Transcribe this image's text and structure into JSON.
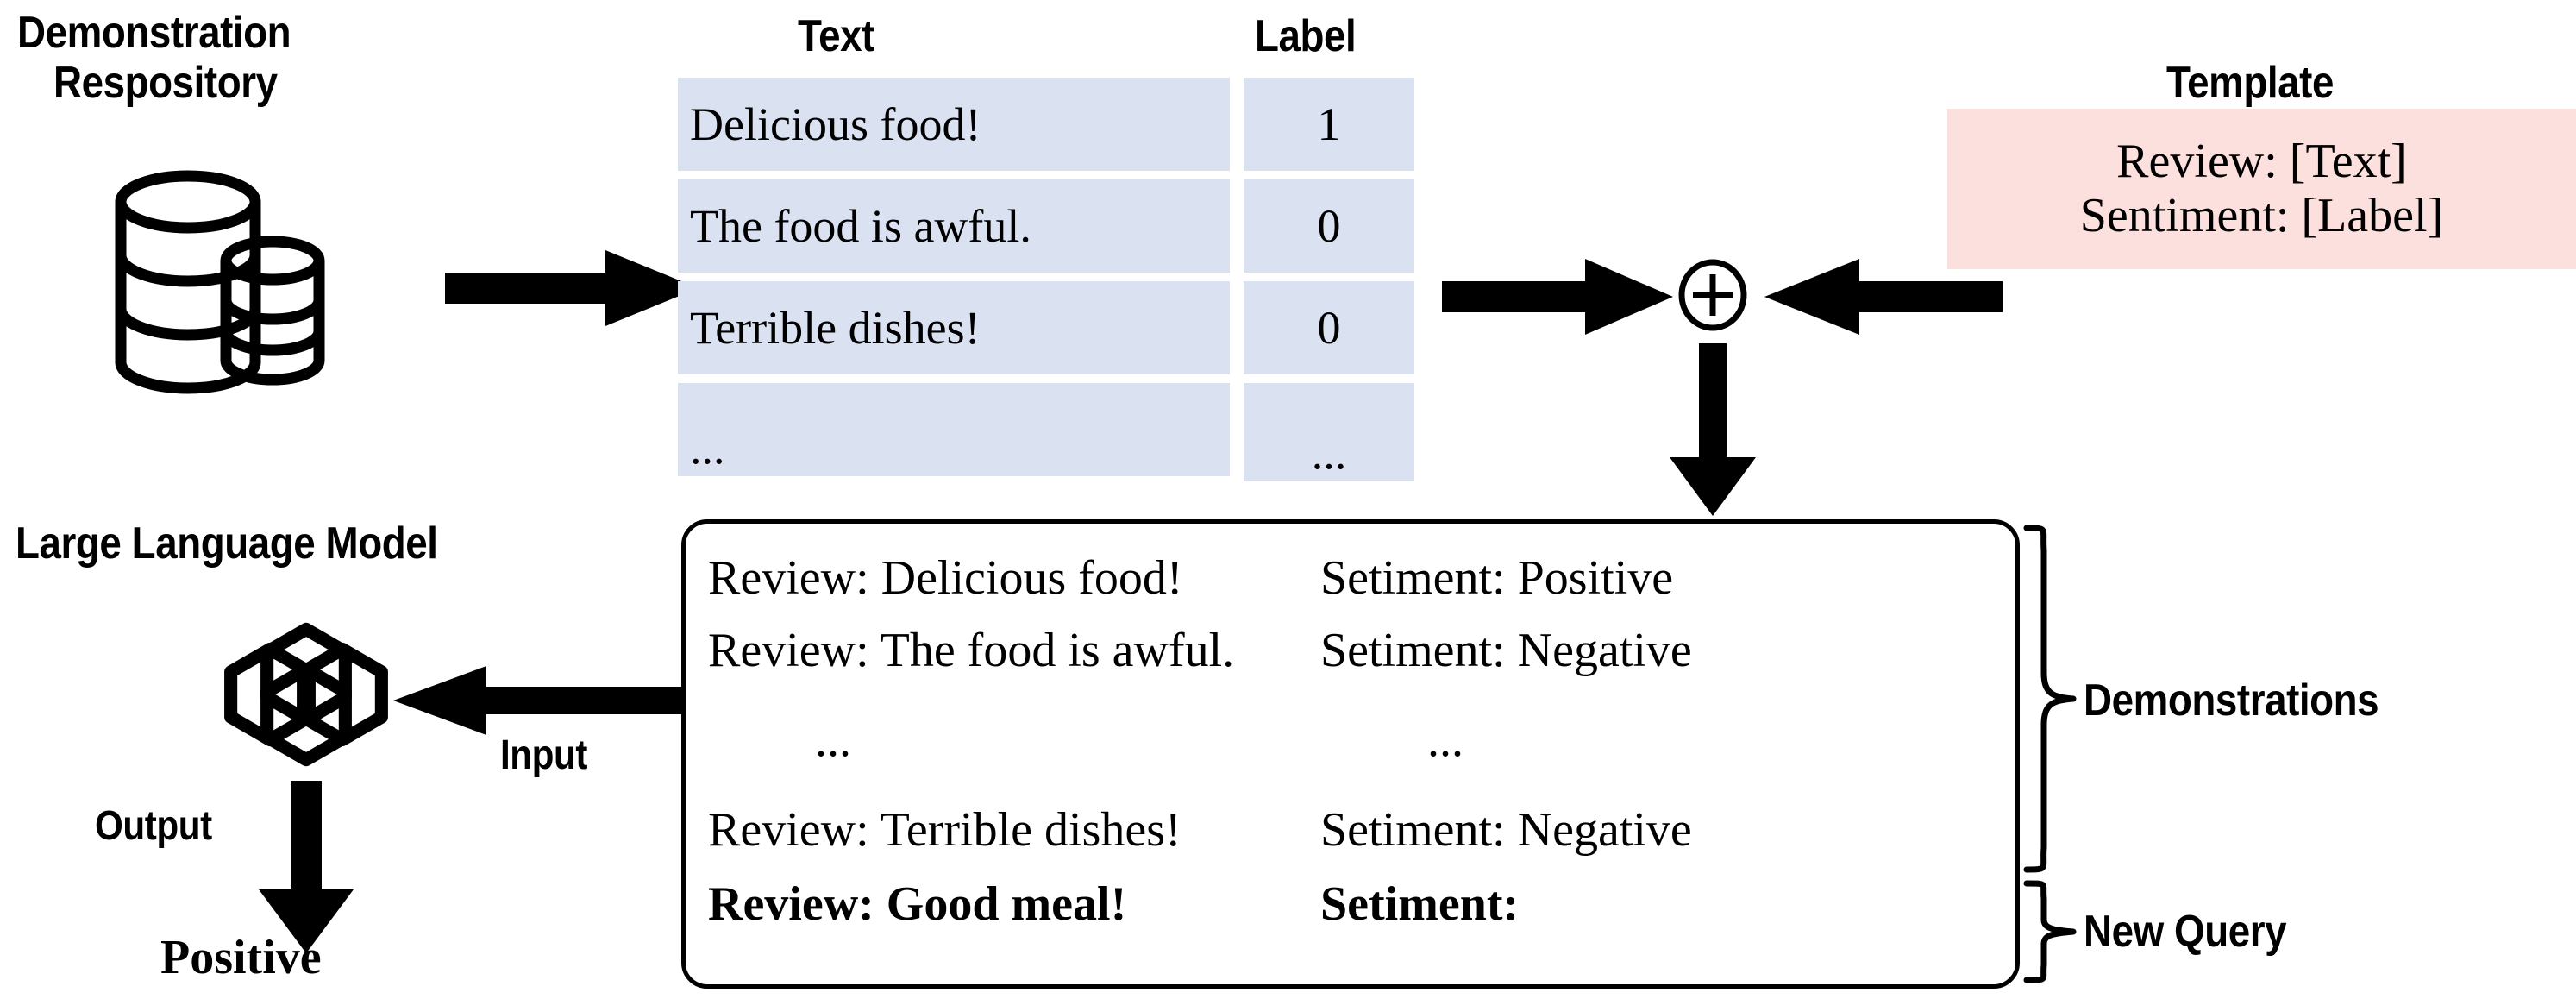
{
  "repository": {
    "title_line1": "Demonstration",
    "title_line2": "Respository",
    "icon": "database-stack-icon"
  },
  "table": {
    "headers": [
      "Text",
      "Label"
    ],
    "rows": [
      {
        "text": "Delicious food!",
        "label": "1"
      },
      {
        "text": "The food is awful.",
        "label": "0"
      },
      {
        "text": "Terrible dishes!",
        "label": "0"
      },
      {
        "text": "...",
        "label": "..."
      }
    ]
  },
  "combine": {
    "symbol": "+"
  },
  "template": {
    "title": "Template",
    "line1": "Review: [Text]",
    "line2": "Sentiment: [Label]",
    "background": "#fce0dd"
  },
  "llm": {
    "title": "Large Language Model",
    "icon": "openai-knot-icon",
    "input_label": "Input",
    "output_label": "Output",
    "output_value": "Positive"
  },
  "prompt": {
    "lines": [
      {
        "review": "Review: Delicious food!",
        "sentiment": "Setiment: Positive",
        "bold": false
      },
      {
        "review": "Review: The food is awful.",
        "sentiment": "Setiment: Negative",
        "bold": false
      },
      {
        "review": "...",
        "sentiment": "...",
        "bold": false
      },
      {
        "review": "Review: Terrible dishes!",
        "sentiment": "Setiment: Negative",
        "bold": false
      },
      {
        "review": "Review: Good meal!",
        "sentiment": "Setiment:",
        "bold": true
      }
    ]
  },
  "annotations": {
    "demonstrations": "Demonstrations",
    "new_query": "New Query"
  },
  "colors": {
    "table_cell": "#dae2f1",
    "template_box": "#fce0dd",
    "stroke": "#000000",
    "background": "#ffffff"
  }
}
